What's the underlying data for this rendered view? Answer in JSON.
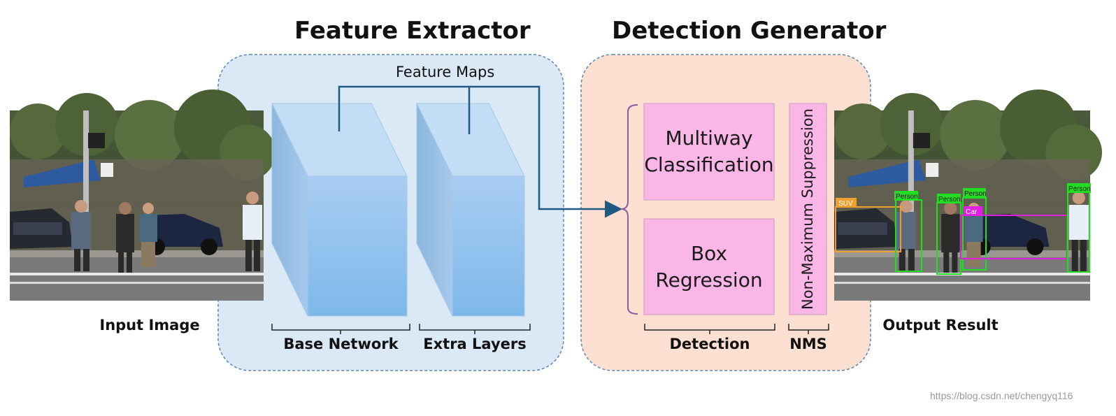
{
  "titles": {
    "feature_extractor": "Feature Extractor",
    "detection_generator": "Detection Generator"
  },
  "feature_maps_label": "Feature Maps",
  "images": {
    "input_label": "Input Image",
    "output_label": "Output Result"
  },
  "sections": {
    "base_network": "Base Network",
    "extra_layers": "Extra Layers",
    "detection": "Detection",
    "nms": "NMS"
  },
  "boxes": {
    "classification": "Multiway Classification",
    "regression": "Box Regression",
    "nms_full": "Non-Maximum Suppression"
  },
  "detections": [
    {
      "label": "SUV",
      "color": "#f0a030"
    },
    {
      "label": "Person",
      "color": "#22dd22"
    },
    {
      "label": "Person",
      "color": "#22dd22"
    },
    {
      "label": "Person",
      "color": "#22dd22"
    },
    {
      "label": "Car",
      "color": "#e020e0"
    },
    {
      "label": "Person",
      "color": "#22dd22"
    }
  ],
  "watermark": "https://blog.csdn.net/chengyq116",
  "colors": {
    "feature_panel": "#dbe8f5",
    "detection_panel": "#fde0d2",
    "pink_box": "#f9b6e6",
    "connector": "#1f5a85"
  }
}
